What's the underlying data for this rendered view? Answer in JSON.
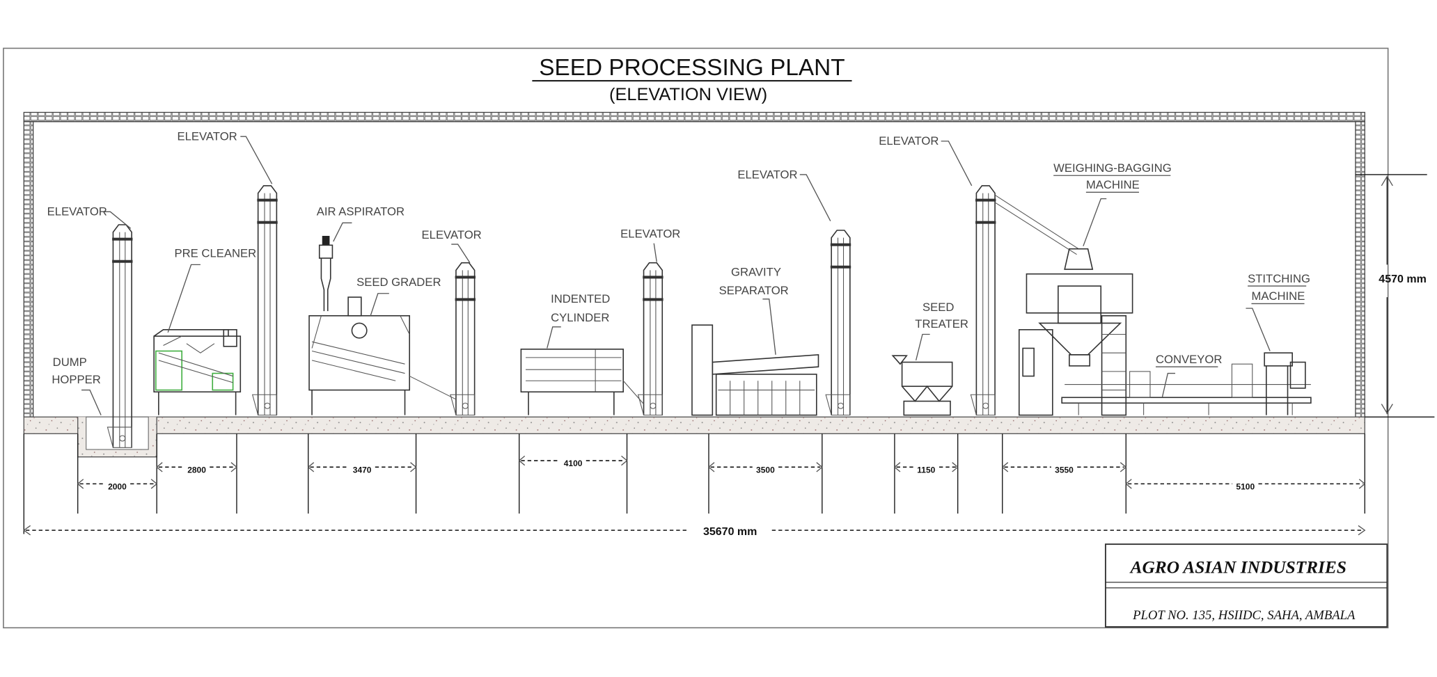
{
  "drawing": {
    "title": "SEED PROCESSING PLANT",
    "subtitle": "(ELEVATION VIEW)"
  },
  "labels": {
    "elevator": "ELEVATOR",
    "dump_hopper_1": "DUMP",
    "dump_hopper_2": "HOPPER",
    "pre_cleaner": "PRE CLEANER",
    "air_aspirator": "AIR  ASPIRATOR",
    "seed_grader": "SEED GRADER",
    "indented_cylinder_1": "INDENTED",
    "indented_cylinder_2": "CYLINDER",
    "gravity_separator_1": "GRAVITY",
    "gravity_separator_2": "SEPARATOR",
    "seed_treater_1": "SEED",
    "seed_treater_2": "TREATER",
    "weighing_bagging_1": "WEIGHING-BAGGING",
    "weighing_bagging_2": "MACHINE",
    "stitching_1": "STITCHING",
    "stitching_2": "MACHINE",
    "conveyor": "CONVEYOR"
  },
  "dimensions": {
    "segments": [
      "2000",
      "2800",
      "3470",
      "4100",
      "3500",
      "1150",
      "3550",
      "5100"
    ],
    "total": "35670 mm",
    "height": "4570 mm"
  },
  "title_block": {
    "company": "AGRO  ASIAN  INDUSTRIES",
    "address": "PLOT NO. 135, HSIIDC, SAHA, AMBALA"
  },
  "colors": {
    "line": "#333333",
    "floor": "#ece8e4",
    "accent_green": "#3fae3f"
  }
}
